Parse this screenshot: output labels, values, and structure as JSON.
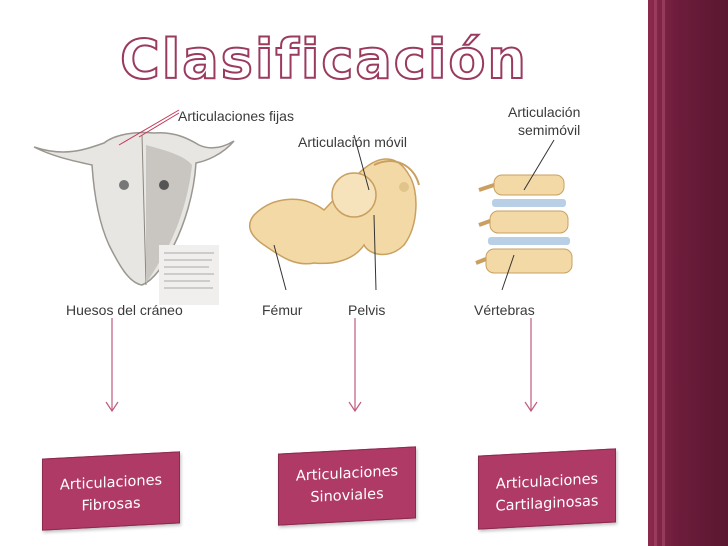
{
  "slide": {
    "title": "Clasificación",
    "illustration_labels": {
      "fixed": "Articulaciones fijas",
      "mobile": "Articulación móvil",
      "semi_line1": "Articulación",
      "semi_line2": "semimóvil",
      "skull": "Huesos del cráneo",
      "femur": "Fémur",
      "pelvis": "Pelvis",
      "vertebrae": "Vértebras"
    },
    "boxes": [
      {
        "line1": "Articulaciones",
        "line2": "Fibrosas"
      },
      {
        "line1": "Articulaciones",
        "line2": "Sinoviales"
      },
      {
        "line1": "Articulaciones",
        "line2": "Cartilaginosas"
      }
    ]
  },
  "colors": {
    "accent": "#b03a66",
    "band": "#6e1d3b"
  }
}
